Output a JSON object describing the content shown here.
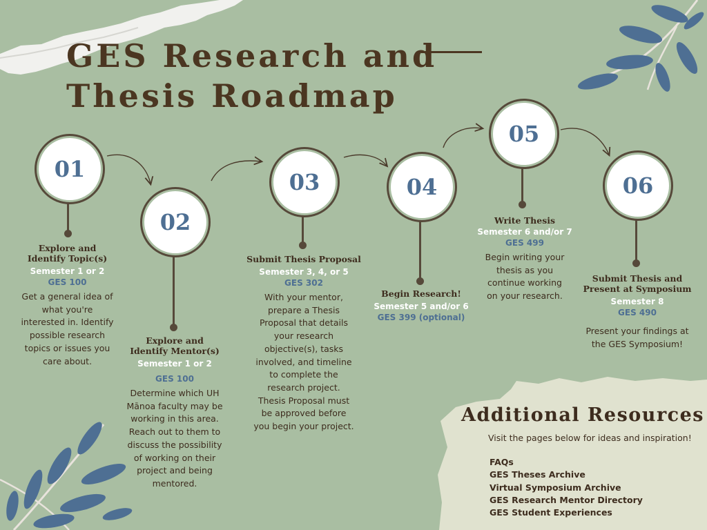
{
  "title": {
    "line1": "GES Research and",
    "line2": "Thesis Roadmap"
  },
  "colors": {
    "background": "#a9bea2",
    "number": "#4e6f93",
    "heading": "#4b3621",
    "semester": "#ffffff",
    "course": "#4e6f93"
  },
  "steps": [
    {
      "number": "01",
      "title": "Explore and Identify Topic(s)",
      "semester": "Semester 1 or 2",
      "course": "GES 100",
      "description": "Get a general idea of what you're interested in. Identify possible research topics or issues you care about."
    },
    {
      "number": "02",
      "title": "Explore and Identify Mentor(s)",
      "semester": "Semester 1 or 2",
      "course": "GES 100",
      "description": "Determine which UH Mānoa faculty may be working in this area. Reach out to them to discuss the possibility of working on their project and being mentored."
    },
    {
      "number": "03",
      "title": "Submit Thesis Proposal",
      "semester": "Semester 3, 4, or 5",
      "course": "GES 302",
      "description": "With your mentor, prepare a Thesis Proposal that details your research objective(s), tasks involved, and timeline to complete the research project. Thesis Proposal must be approved before you begin your project."
    },
    {
      "number": "04",
      "title": "Begin Research!",
      "semester": "Semester 5 and/or 6",
      "course": "GES 399 (optional)",
      "description": ""
    },
    {
      "number": "05",
      "title": "Write Thesis",
      "semester": "Semester 6 and/or 7",
      "course": "GES 499",
      "description": "Begin writing your thesis as you continue working on your research."
    },
    {
      "number": "06",
      "title": "Submit Thesis and Present at Symposium",
      "semester": "Semester 8",
      "course": "GES 490",
      "description": "Present your findings at the GES Symposium!"
    }
  ],
  "resources": {
    "title": "Additional Resources",
    "subtitle": "Visit the pages below for ideas and inspiration!",
    "links": [
      "FAQs",
      "GES Theses Archive",
      "Virtual Symposium Archive",
      "GES Research Mentor Directory",
      "GES Student Experiences"
    ]
  }
}
